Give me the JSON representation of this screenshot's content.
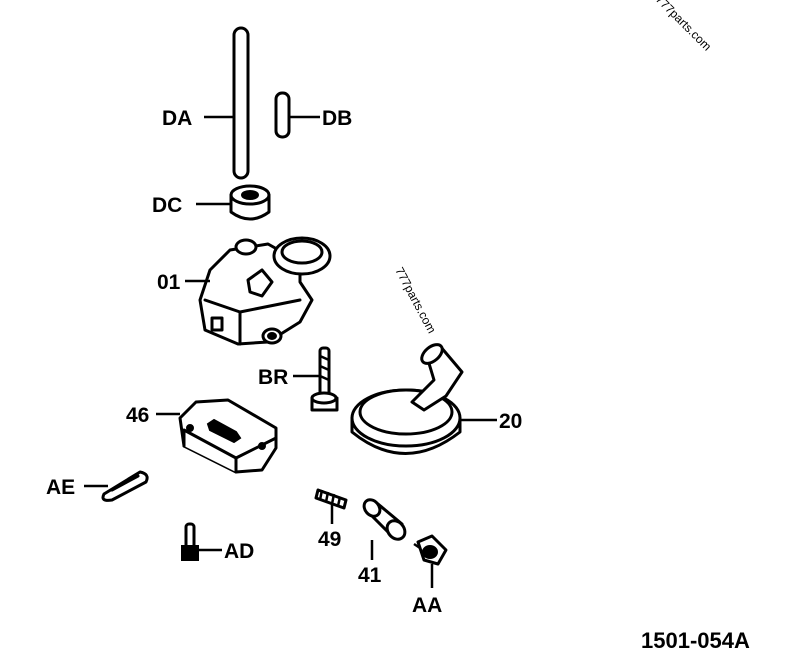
{
  "watermarks": [
    "777parts.com",
    "777parts.com"
  ],
  "figure_code": "1501-054A",
  "parts": {
    "DA": "DA",
    "DB": "DB",
    "DC": "DC",
    "01": "01",
    "BR": "BR",
    "46": "46",
    "20": "20",
    "AE": "AE",
    "49": "49",
    "AD": "AD",
    "41": "41",
    "AA": "AA"
  }
}
